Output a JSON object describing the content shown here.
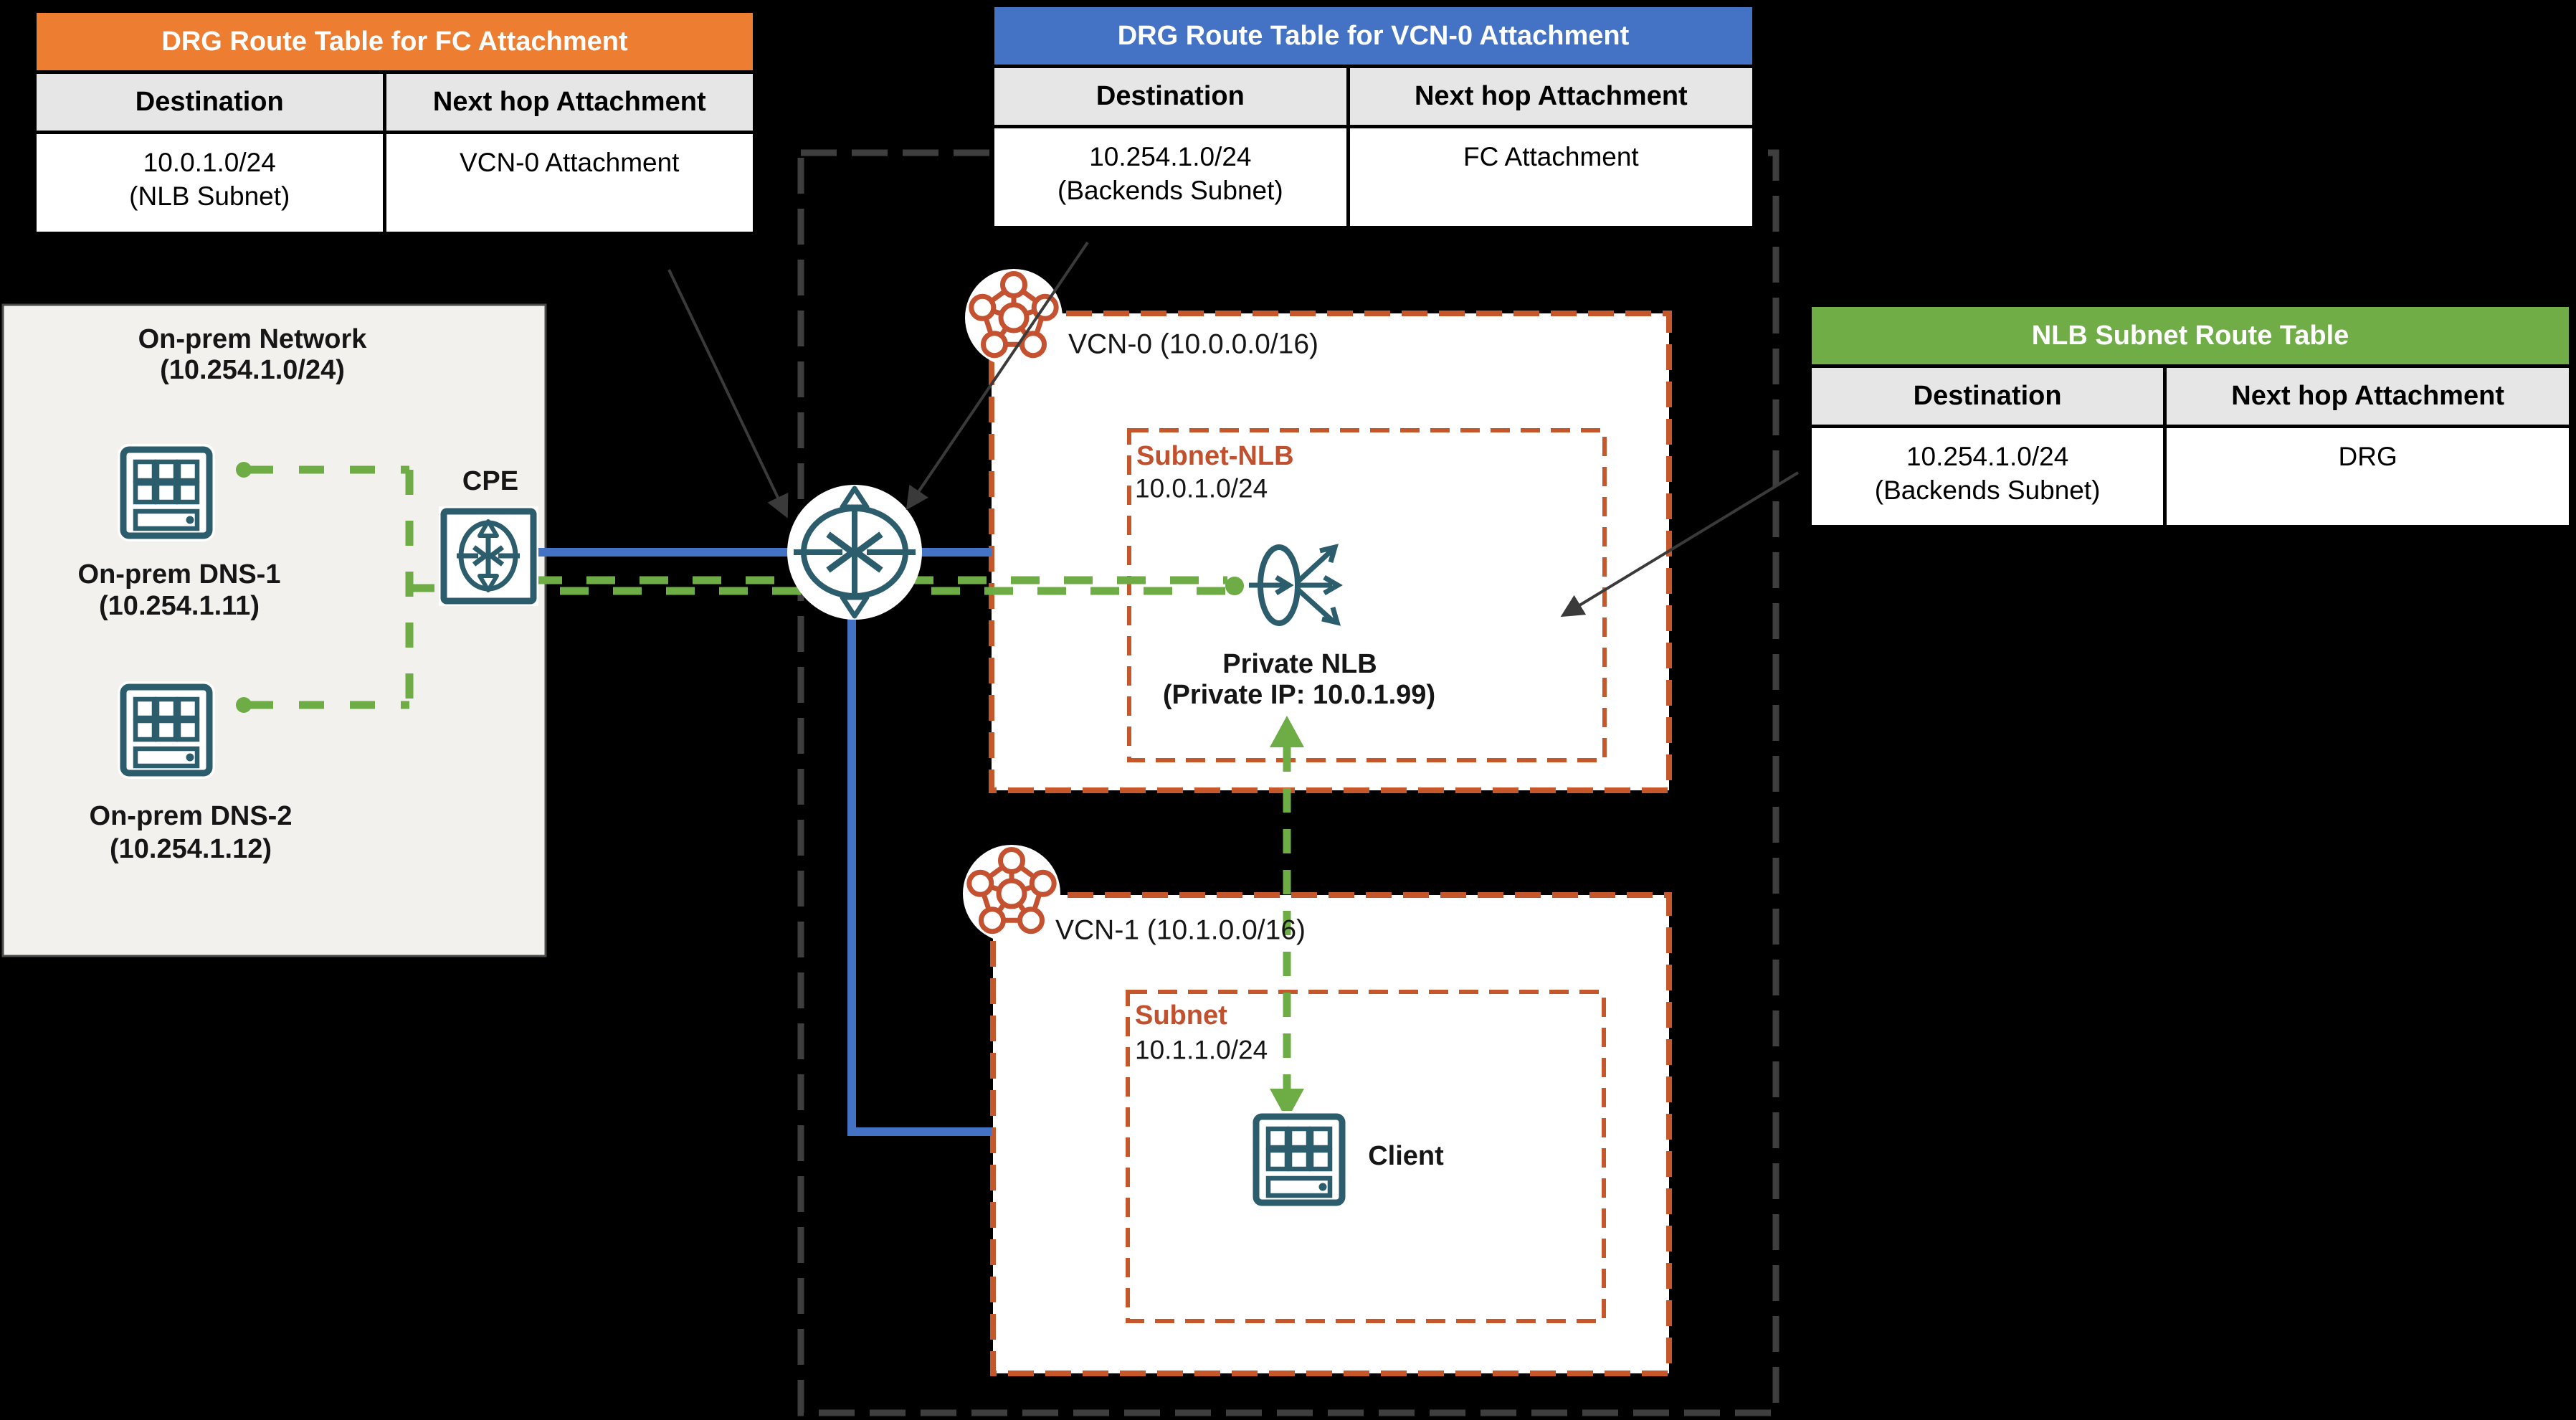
{
  "route_tables": [
    {
      "title": "DRG Route Table for FC Attachment",
      "title_bg": "#ED7D31",
      "col_destination": "Destination",
      "col_next_hop": "Next hop Attachment",
      "destination_line1": "10.0.1.0/24",
      "destination_line2": "(NLB Subnet)",
      "next_hop": "VCN-0 Attachment"
    },
    {
      "title": "DRG Route Table for VCN-0 Attachment",
      "title_bg": "#4472C4",
      "col_destination": "Destination",
      "col_next_hop": "Next hop Attachment",
      "destination_line1": "10.254.1.0/24",
      "destination_line2": "(Backends Subnet)",
      "next_hop": "FC Attachment"
    },
    {
      "title": "NLB Subnet Route Table",
      "title_bg": "#70AD47",
      "col_destination": "Destination",
      "col_next_hop": "Next hop Attachment",
      "destination_line1": "10.254.1.0/24",
      "destination_line2": "(Backends Subnet)",
      "next_hop": "DRG"
    }
  ],
  "onprem": {
    "title_line1": "On-prem Network",
    "title_line2": "(10.254.1.0/24)",
    "dns1_line1": "On-prem DNS-1",
    "dns1_line2": "(10.254.1.11)",
    "dns2_line1": "On-prem DNS-2",
    "dns2_line2": "(10.254.1.12)",
    "cpe_label": "CPE"
  },
  "vcn0": {
    "label": "VCN-0 (10.0.0.0/16)",
    "subnet_name": "Subnet-NLB",
    "subnet_cidr": "10.0.1.0/24",
    "nlb_line1": "Private NLB",
    "nlb_line2": "(Private IP: 10.0.1.99)"
  },
  "vcn1": {
    "label": "VCN-1 (10.1.0.0/16)",
    "subnet_name": "Subnet",
    "subnet_cidr": "10.1.1.0/24",
    "client_label": "Client"
  },
  "colors": {
    "table_orange": "#ED7D31",
    "table_blue": "#4472C4",
    "table_green": "#70AD47",
    "table_header_gray": "#E7E6E6",
    "icon_teal": "#2C5D6D",
    "oci_orange": "#C4512F",
    "flow_green": "#6EAC45",
    "attachment_blue": "#4472C4",
    "region_dash_gray": "#3E3E3E",
    "onprem_fill": "#F2F1EE"
  }
}
